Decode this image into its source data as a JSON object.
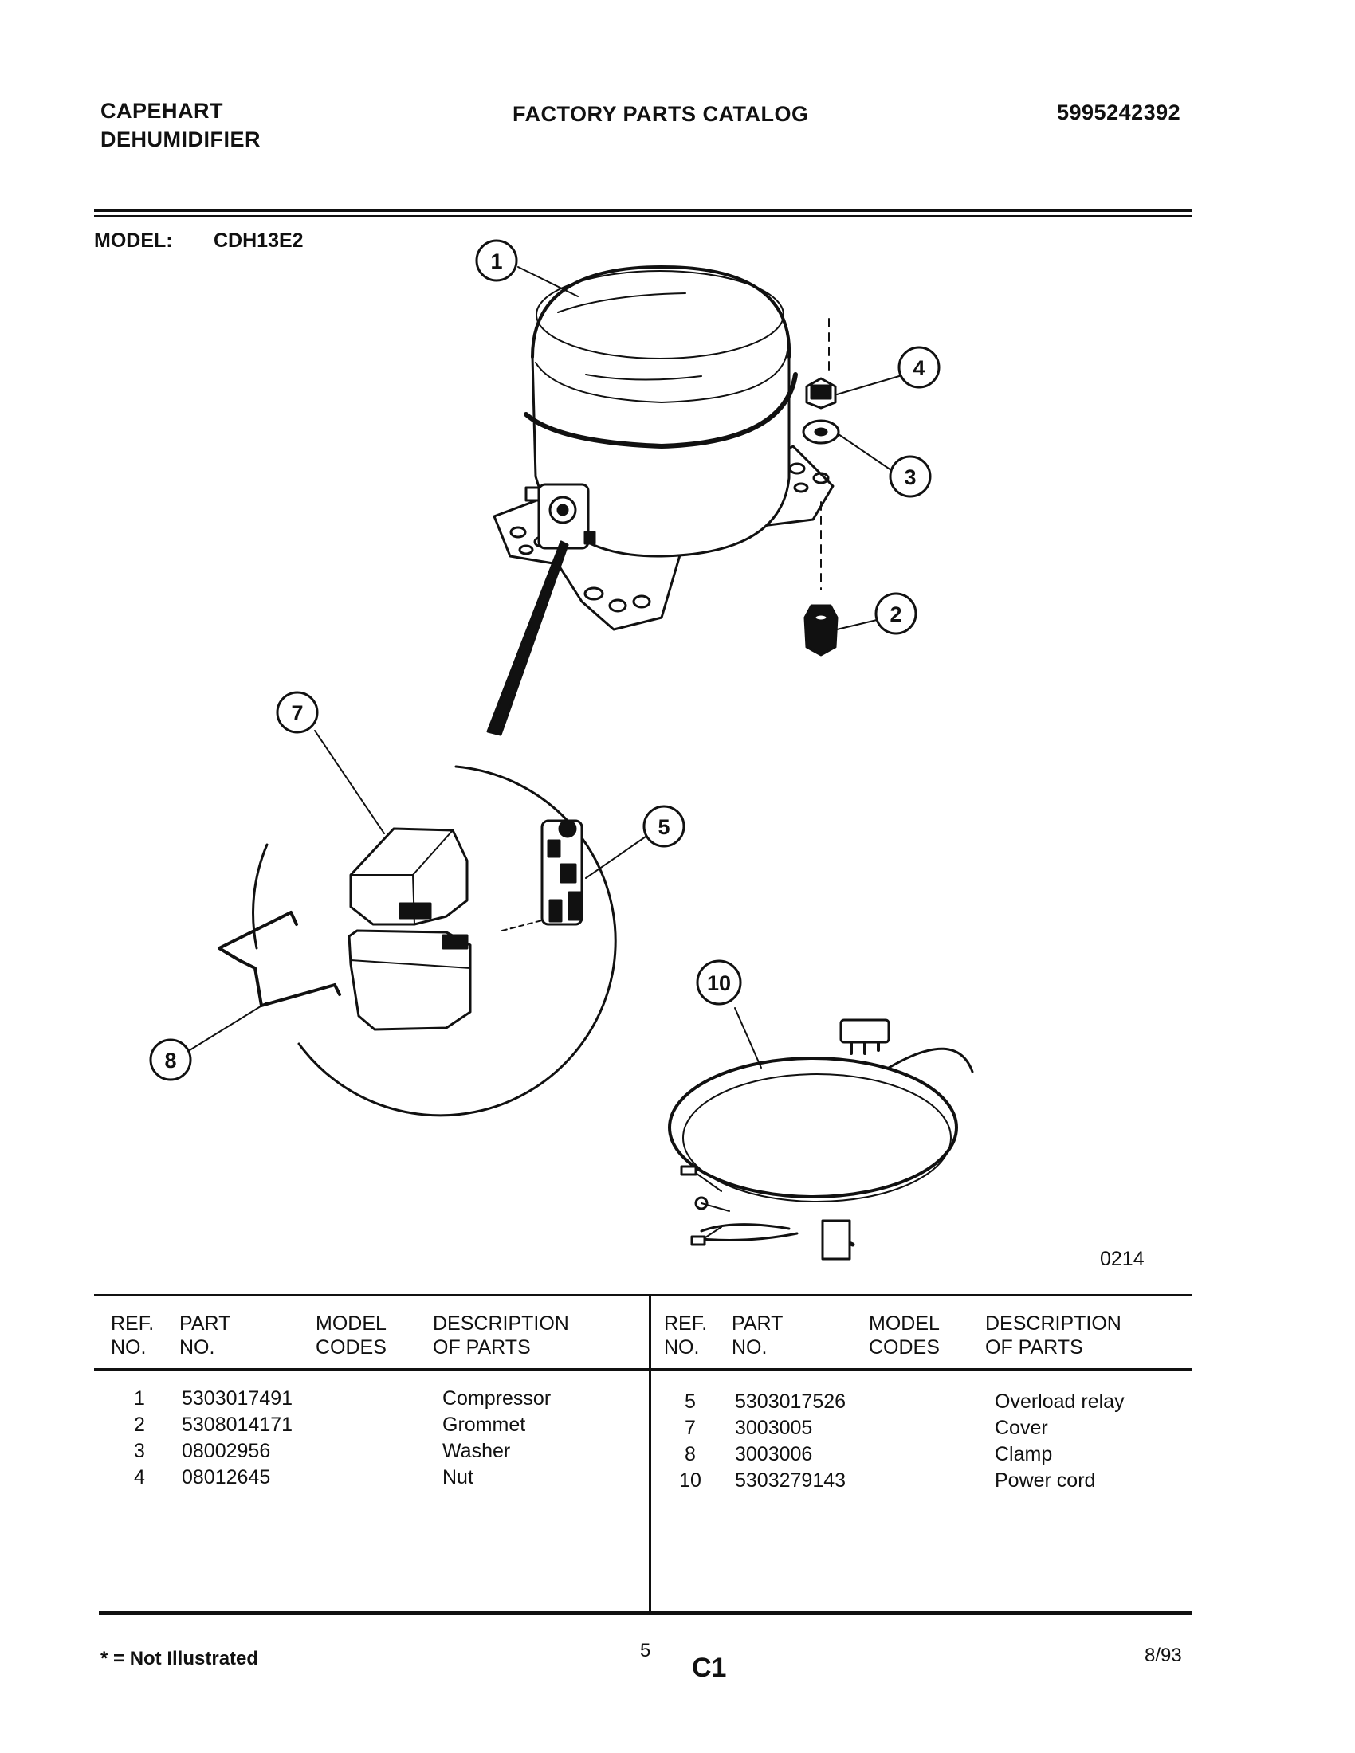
{
  "header": {
    "brand_line1": "CAPEHART",
    "brand_line2": "DEHUMIDIFIER",
    "title": "FACTORY PARTS CATALOG",
    "catalog_number": "5995242392"
  },
  "model": {
    "label": "MODEL:",
    "value": "CDH13E2"
  },
  "diagram": {
    "callouts": [
      "1",
      "2",
      "3",
      "4",
      "5",
      "7",
      "8",
      "10"
    ],
    "figure_code": "0214"
  },
  "table": {
    "headers": {
      "ref_line1": "REF.",
      "ref_line2": "NO.",
      "part_line1": "PART",
      "part_line2": "NO.",
      "model_line1": "MODEL",
      "model_line2": "CODES",
      "desc_line1": "DESCRIPTION",
      "desc_line2": "OF PARTS"
    },
    "left_rows": [
      {
        "ref": "1",
        "part": "5303017491",
        "model": "",
        "description": "Compressor"
      },
      {
        "ref": "2",
        "part": "5308014171",
        "model": "",
        "description": "Grommet"
      },
      {
        "ref": "3",
        "part": "08002956",
        "model": "",
        "description": "Washer"
      },
      {
        "ref": "4",
        "part": "08012645",
        "model": "",
        "description": "Nut"
      }
    ],
    "right_rows": [
      {
        "ref": "5",
        "part": "5303017526",
        "model": "",
        "description": "Overload relay"
      },
      {
        "ref": "7",
        "part": "3003005",
        "model": "",
        "description": "Cover"
      },
      {
        "ref": "8",
        "part": "3003006",
        "model": "",
        "description": "Clamp"
      },
      {
        "ref": "10",
        "part": "5303279143",
        "model": "",
        "description": "Power cord"
      }
    ]
  },
  "footer": {
    "note": "* = Not Illustrated",
    "page_number": "5",
    "section_code": "C1",
    "date": "8/93"
  }
}
